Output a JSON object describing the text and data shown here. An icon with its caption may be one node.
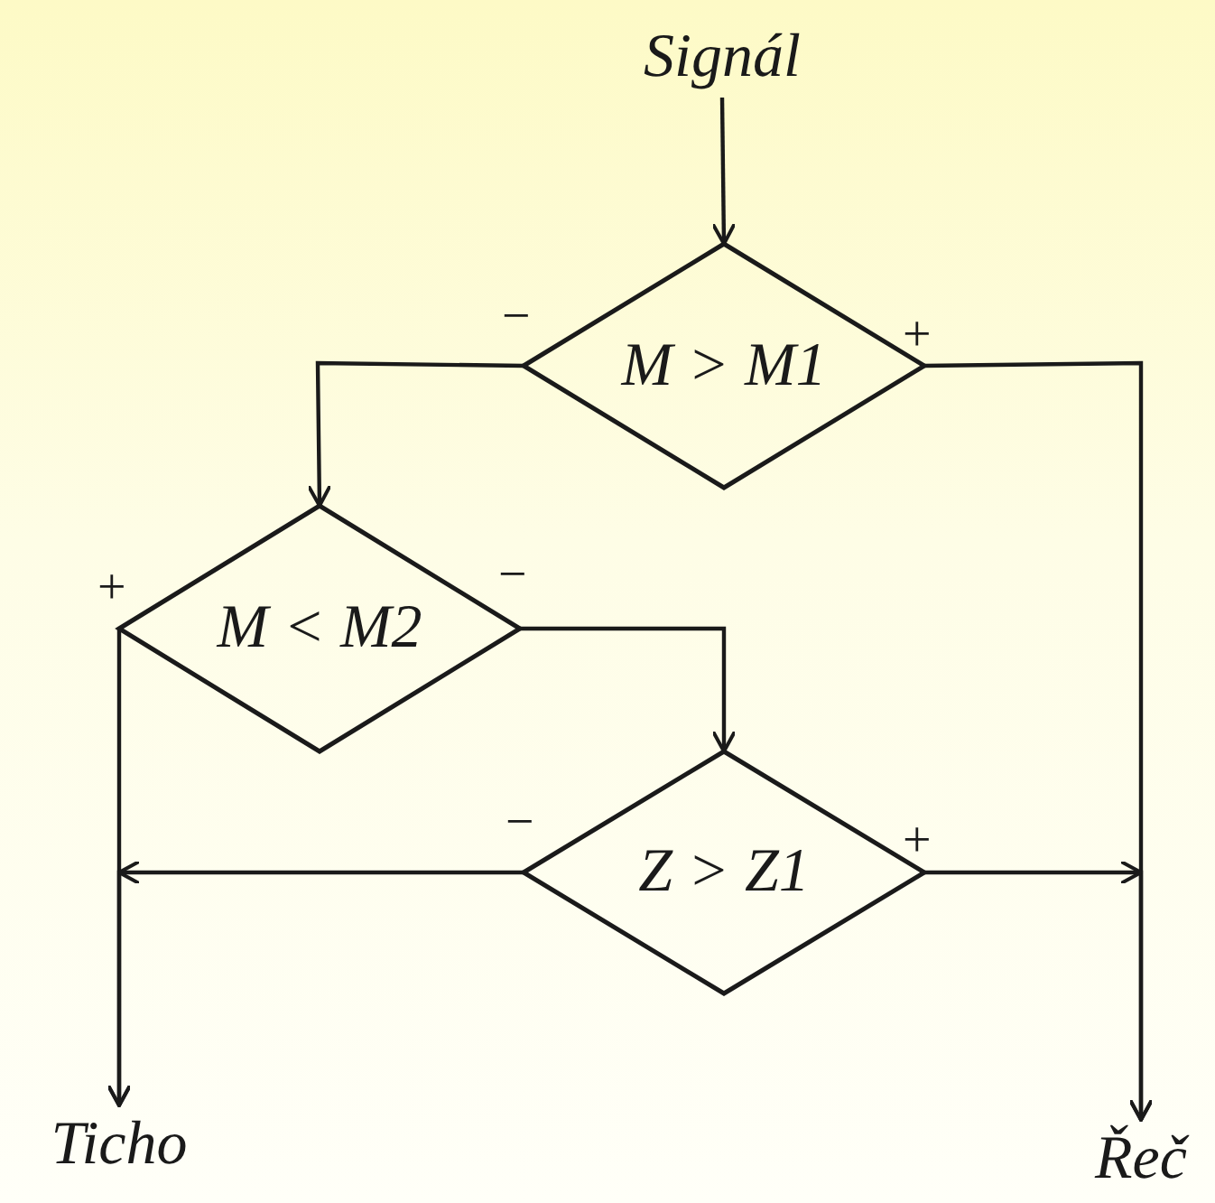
{
  "diagram": {
    "nodes": [
      {
        "text": [
          "Signál"
        ]
      },
      {
        "text": [
          "M > M1"
        ]
      },
      {
        "text": [
          "M < M2"
        ]
      },
      {
        "text": [
          "Z > Z1"
        ]
      },
      {
        "text": [
          "Ticho"
        ]
      },
      {
        "text": [
          "Řeč"
        ]
      }
    ],
    "edges": [
      {
        "from": 0,
        "to": 1,
        "arrow": "to"
      },
      {
        "from": 1,
        "to": 2,
        "arrow": "to",
        "label": "−"
      },
      {
        "from": 1,
        "to": 5,
        "arrow": "to",
        "label": "+"
      },
      {
        "from": 2,
        "to": 3,
        "arrow": "to",
        "label": "−"
      },
      {
        "from": 2,
        "to": 4,
        "arrow": "to",
        "label": "+"
      },
      {
        "from": 3,
        "to": 4,
        "arrow": "to",
        "label": "−"
      },
      {
        "from": 3,
        "to": 5,
        "arrow": "to",
        "label": "+"
      }
    ]
  }
}
